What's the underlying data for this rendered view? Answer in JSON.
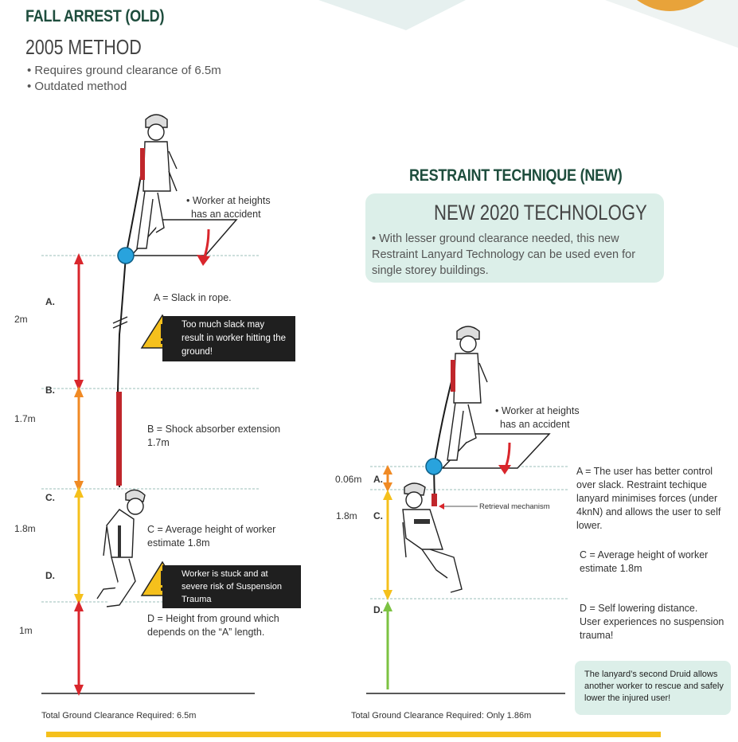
{
  "left": {
    "heading": "FALL ARREST (OLD)",
    "method": "2005 METHOD",
    "bullets": [
      "• Requires ground clearance of 6.5m",
      "• Outdated method"
    ],
    "accident_line1": "• Worker at heights",
    "accident_line2": "has an accident",
    "dimensions": [
      {
        "letter": "A.",
        "size": "2m"
      },
      {
        "letter": "B.",
        "size": "1.7m"
      },
      {
        "letter": "C.",
        "size": "1.8m"
      },
      {
        "letter": "D.",
        "size": "1m"
      }
    ],
    "desc_a": "A = Slack in rope.",
    "warn_1": "Too much slack may result in worker hitting the ground!",
    "desc_b_line1": "B = Shock absorber extension",
    "desc_b_line2": "1.7m",
    "desc_c_line1": "C = Average height of worker",
    "desc_c_line2": "estimate 1.8m",
    "warn_2": "Worker is stuck and at severe risk of Suspension Trauma",
    "desc_d_line1": "D = Height from ground which",
    "desc_d_line2": "depends on the “A” length.",
    "total": "Total Ground Clearance Required: 6.5m"
  },
  "right": {
    "heading": "RESTRAINT TECHNIQUE (NEW)",
    "tech_title": "NEW 2020 TECHNOLOGY",
    "tech_text": "• With lesser ground clearance needed, this new Restraint Lanyard Technology can be used even for single storey buildings.",
    "accident_line1": "• Worker at heights",
    "accident_line2": "has an accident",
    "dim_a_size": "0.06m",
    "dim_a_letter": "A.",
    "dim_c_size": "1.8m",
    "dim_c_letter": "C.",
    "dim_d_letter": "D.",
    "retrieval": "Retrieval mechanism",
    "desc_a": "A = The user has better control over slack. Restraint techique lanyard minimises forces (under 4knN) and allows the user to self lower.",
    "desc_c_line1": "C = Average height of worker",
    "desc_c_line2": "estimate 1.8m",
    "desc_d_line1": "D = Self lowering distance.",
    "desc_d_line2": "User experiences no suspension",
    "desc_d_line3": "trauma!",
    "rescue_note": "The lanyard’s second Druid allows another worker to rescue and safely lower the injured user!",
    "total": "Total Ground Clearance Required: Only 1.86m"
  },
  "colors": {
    "heading": "#1e4d3d",
    "arrow_red": "#d9262c",
    "arrow_orange": "#f08a24",
    "arrow_yellow": "#f5c01c",
    "arrow_green": "#7cc242",
    "anchor_blue": "#29a3dd",
    "footer_bar": "#f5c01c",
    "green_box": "#dcefe9"
  }
}
